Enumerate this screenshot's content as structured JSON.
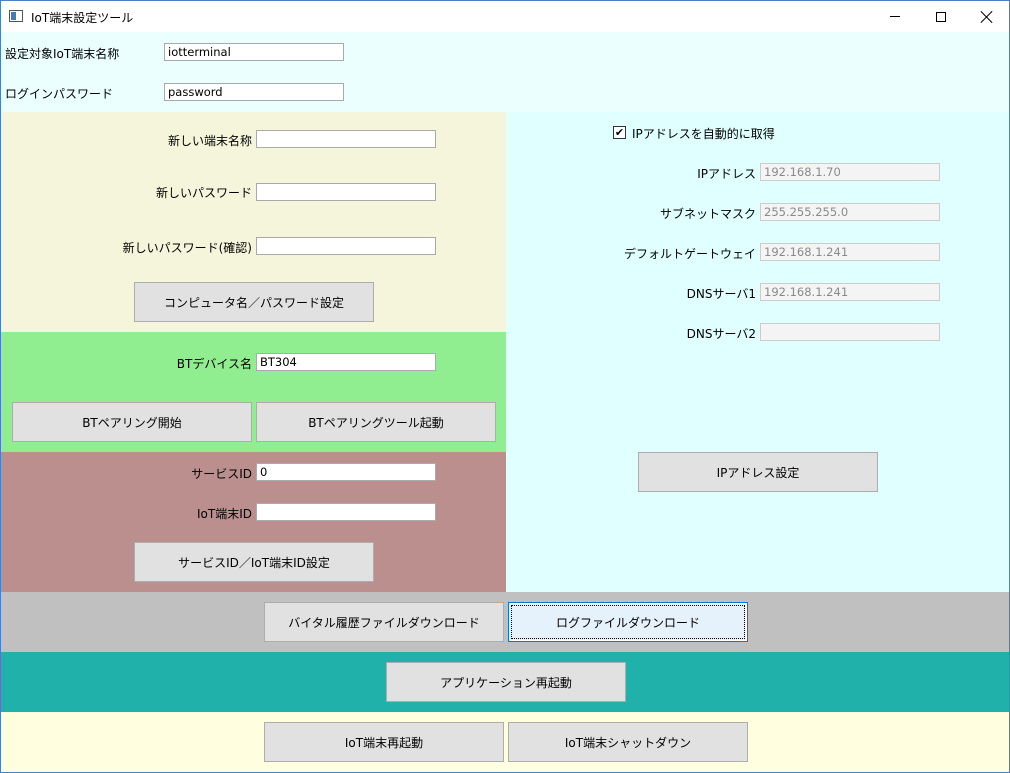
{
  "window": {
    "title": "IoT端末設定ツール",
    "colors": {
      "top_bg": "#ebffff",
      "left_top_bg": "#f5f5dc",
      "bt_bg": "#90ee90",
      "service_bg": "#bc8f8f",
      "right_bg": "#e0ffff",
      "download_bg": "#c0c0c0",
      "restart_app_bg": "#20b2aa",
      "bottom_bg": "#ffffe0"
    }
  },
  "target": {
    "name_label": "設定対象IoT端末名称",
    "name_value": "iotterminal",
    "password_label": "ログインパスワード",
    "password_value": "password"
  },
  "account": {
    "new_name_label": "新しい端末名称",
    "new_name_value": "",
    "new_password_label": "新しいパスワード",
    "new_password_value": "",
    "confirm_password_label": "新しいパスワード(確認)",
    "confirm_password_value": "",
    "set_button": "コンピュータ名／パスワード設定"
  },
  "bluetooth": {
    "device_label": "BTデバイス名",
    "device_value": "BT304",
    "pair_start_button": "BTペアリング開始",
    "pair_tool_button": "BTペアリングツール起動"
  },
  "service": {
    "service_id_label": "サービスID",
    "service_id_value": "0",
    "terminal_id_label": "IoT端末ID",
    "terminal_id_value": "",
    "set_button": "サービスID／IoT端末ID設定"
  },
  "network": {
    "auto_ip_label": "IPアドレスを自動的に取得",
    "auto_ip_checked": true,
    "ip_label": "IPアドレス",
    "ip_value": "192.168.1.70",
    "subnet_label": "サブネットマスク",
    "subnet_value": "255.255.255.0",
    "gateway_label": "デフォルトゲートウェイ",
    "gateway_value": "192.168.1.241",
    "dns1_label": "DNSサーバ1",
    "dns1_value": "192.168.1.241",
    "dns2_label": "DNSサーバ2",
    "dns2_value": "",
    "set_button": "IPアドレス設定"
  },
  "downloads": {
    "vital_button": "バイタル履歴ファイルダウンロード",
    "log_button": "ログファイルダウンロード"
  },
  "app": {
    "restart_button": "アプリケーション再起動"
  },
  "device": {
    "restart_button": "IoT端末再起動",
    "shutdown_button": "IoT端末シャットダウン"
  }
}
